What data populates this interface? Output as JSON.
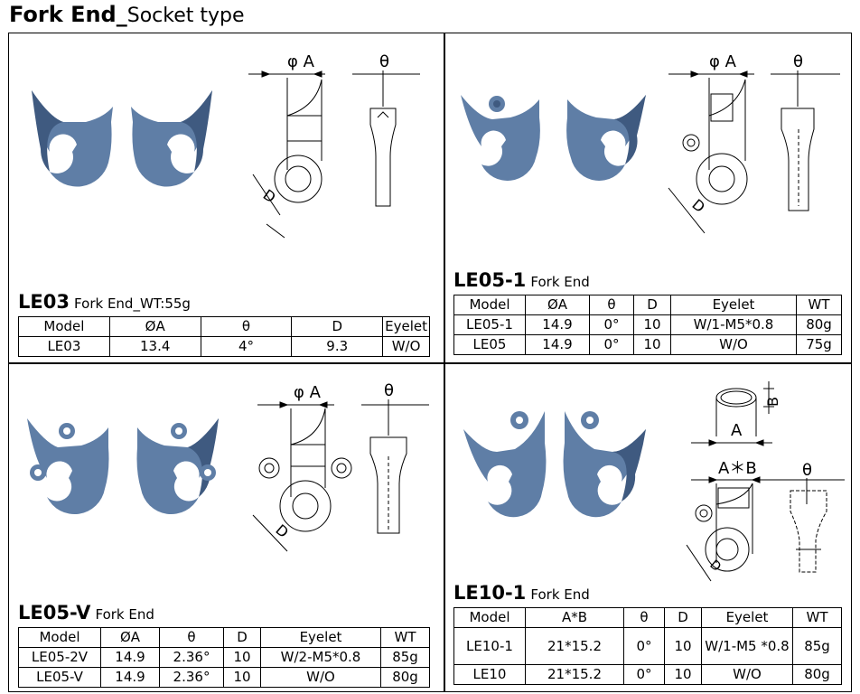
{
  "page": {
    "title_bold": "Fork End_",
    "title_light": "Socket type"
  },
  "drawing_labels": {
    "phi_a": "φ A",
    "theta": "θ",
    "d": "D",
    "a": "A",
    "b": "B",
    "axb": "A＊B"
  },
  "products": [
    {
      "code": "LE03",
      "desc": "Fork End_WT:55g",
      "headers": [
        "Model",
        "ØA",
        "θ",
        "D",
        "Eyelet"
      ],
      "rows": [
        [
          "LE03",
          "13.4",
          "4°",
          "9.3",
          "W/O"
        ]
      ]
    },
    {
      "code": "LE05-1",
      "desc": "Fork End",
      "headers": [
        "Model",
        "ØA",
        "θ",
        "D",
        "Eyelet",
        "WT"
      ],
      "rows": [
        [
          "LE05-1",
          "14.9",
          "0°",
          "10",
          "W/1-M5*0.8",
          "80g"
        ],
        [
          "LE05",
          "14.9",
          "0°",
          "10",
          "W/O",
          "75g"
        ]
      ]
    },
    {
      "code": "LE05-V",
      "desc": "Fork End",
      "headers": [
        "Model",
        "ØA",
        "θ",
        "D",
        "Eyelet",
        "WT"
      ],
      "rows": [
        [
          "LE05-2V",
          "14.9",
          "2.36°",
          "10",
          "W/2-M5*0.8",
          "85g"
        ],
        [
          "LE05-V",
          "14.9",
          "2.36°",
          "10",
          "W/O",
          "80g"
        ]
      ]
    },
    {
      "code": "LE10-1",
      "desc": "Fork End",
      "headers": [
        "Model",
        "A*B",
        "θ",
        "D",
        "Eyelet",
        "WT"
      ],
      "rows": [
        [
          "LE10-1",
          "21*15.2",
          "0°",
          "10",
          "W/1-M5 *0.8",
          "85g"
        ],
        [
          "LE10",
          "21*15.2",
          "0°",
          "10",
          "W/O",
          "80g"
        ]
      ]
    }
  ],
  "colors": {
    "part_fill": "#5f7ea6",
    "part_dark": "#3f5a80",
    "part_light": "#8aa4c6",
    "line": "#000000"
  }
}
